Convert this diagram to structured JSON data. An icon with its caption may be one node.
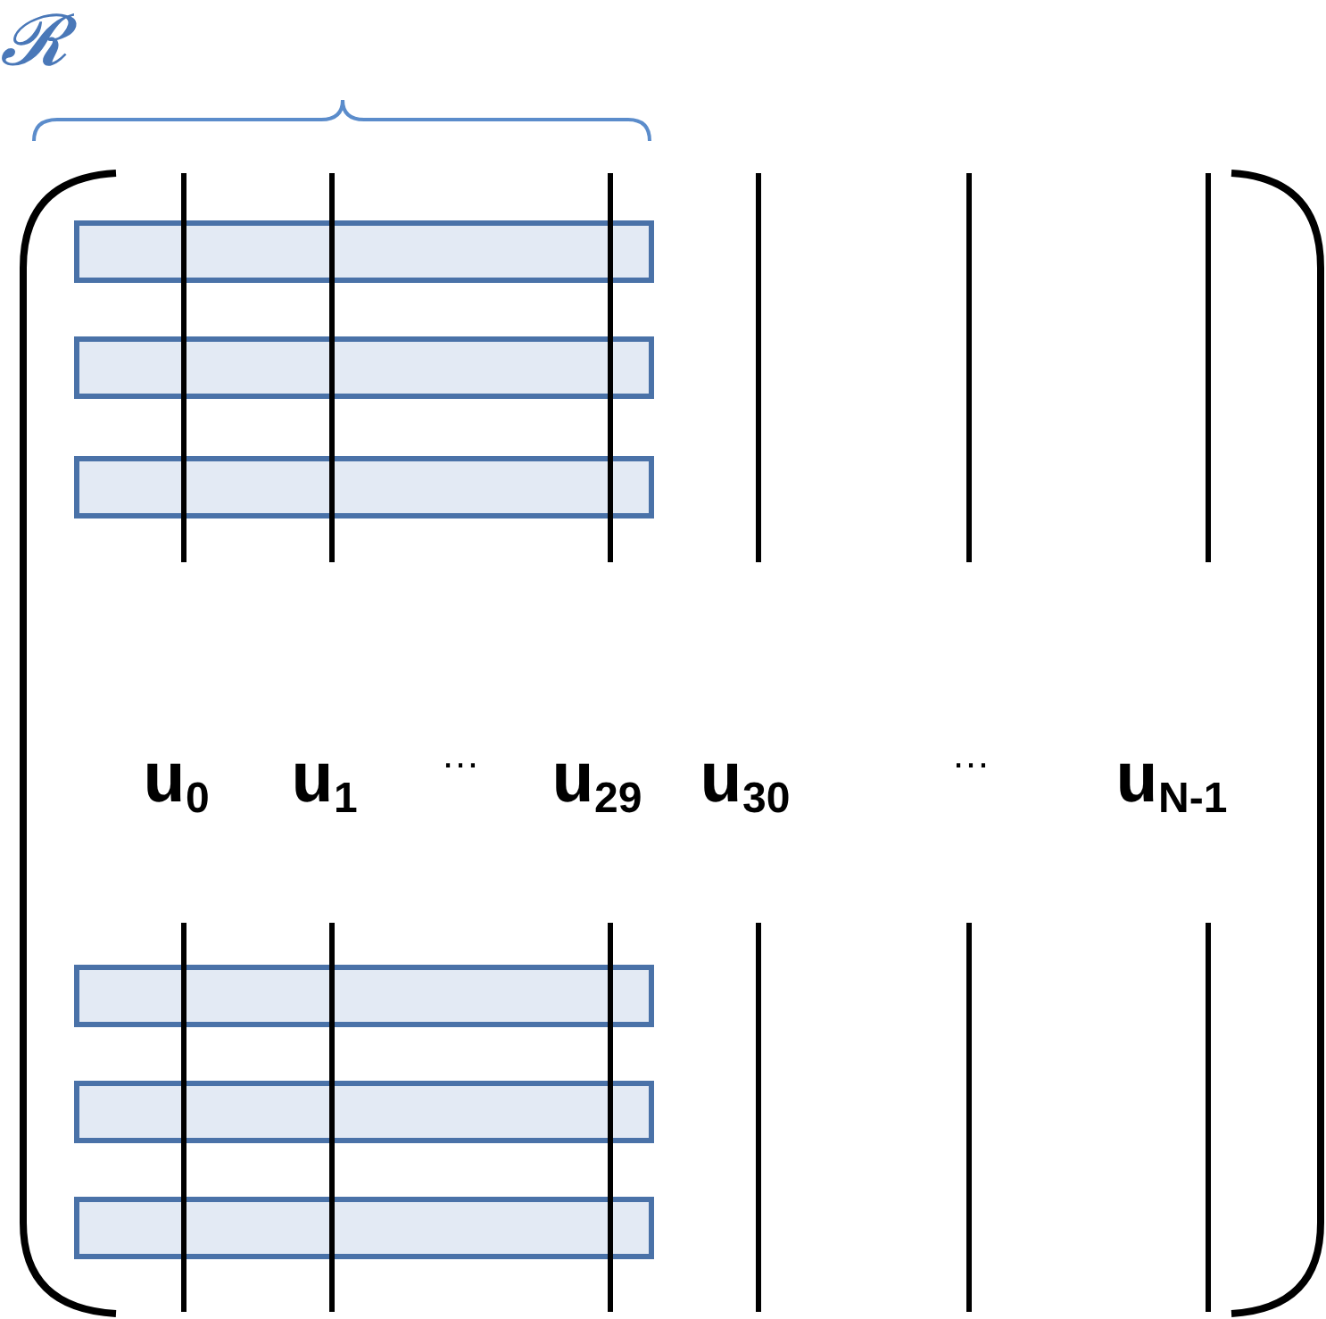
{
  "diagram": {
    "labels": [
      "𝓡",
      "**u**$_{0}$",
      "**u**$_{1}$",
      "…",
      "**u**$_{29}$",
      "**u**$_{30}$",
      "…",
      "**u**$_{N-1}$"
    ]
  }
}
